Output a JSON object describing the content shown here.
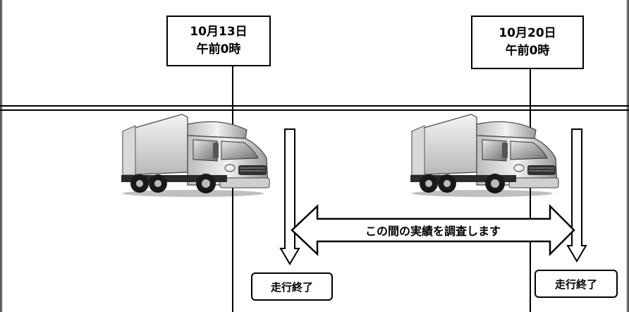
{
  "markers": [
    {
      "date": "10月13日",
      "time": "午前0時"
    },
    {
      "date": "10月20日",
      "time": "午前0時"
    }
  ],
  "survey_arrow": {
    "label": "この間の実績を調査します"
  },
  "end_labels": [
    "走行終了",
    "走行終了"
  ],
  "icons": [
    "truck-icon",
    "down-arrow-icon",
    "double-headed-arrow-icon"
  ]
}
